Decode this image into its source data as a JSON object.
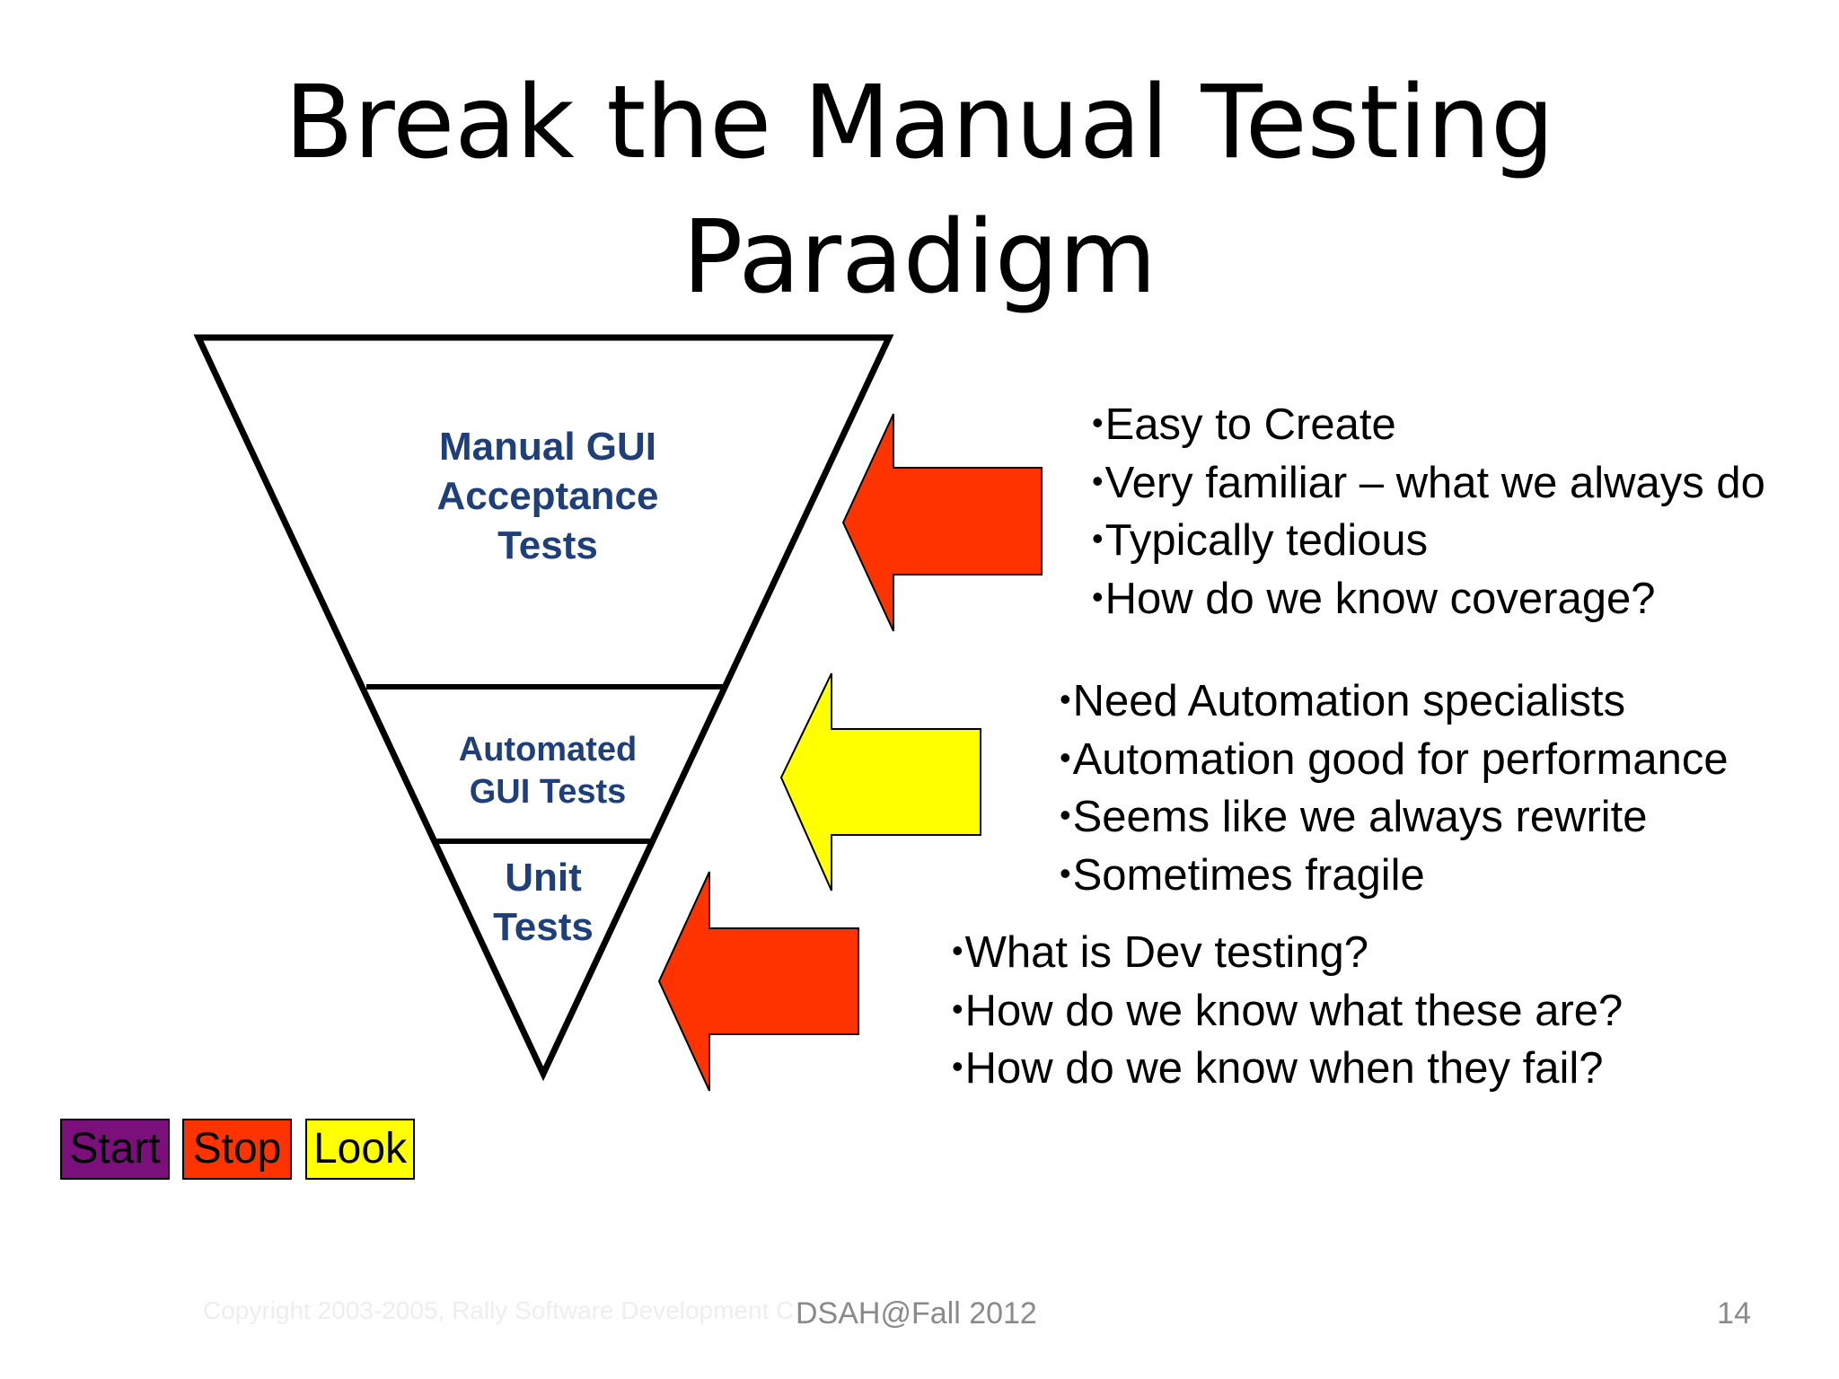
{
  "slide": {
    "title_line1": "Break the Manual Testing",
    "title_line2": "Paradigm"
  },
  "pyramid": {
    "manual_label": [
      "Manual GUI",
      "Acceptance",
      "Tests"
    ],
    "automated_label": [
      "Automated",
      "GUI Tests"
    ],
    "unit_label": [
      "Unit",
      "Tests"
    ]
  },
  "arrows": {
    "top_color": "#ff3300",
    "middle_color": "#ffff00",
    "bottom_color": "#ff3300"
  },
  "bullets": {
    "manual": [
      "Easy to Create",
      "Very familiar – what we always do",
      "Typically tedious",
      "How do we know coverage?"
    ],
    "automated": [
      "Need Automation specialists",
      "Automation good for performance",
      "Seems like we always rewrite",
      "Sometimes fragile"
    ],
    "unit": [
      "What is Dev testing?",
      "How do we know what these are?",
      "How do we know when they fail?"
    ]
  },
  "legend": {
    "start": "Start",
    "stop": "Stop",
    "look": "Look",
    "start_color": "#7b0f7b",
    "stop_color": "#ff3300",
    "look_color": "#ffff00"
  },
  "footer": {
    "copyright": "Copyright 2003-2005, Rally Software Development C",
    "course": "DSAH@Fall 2012",
    "page_number": "14"
  }
}
